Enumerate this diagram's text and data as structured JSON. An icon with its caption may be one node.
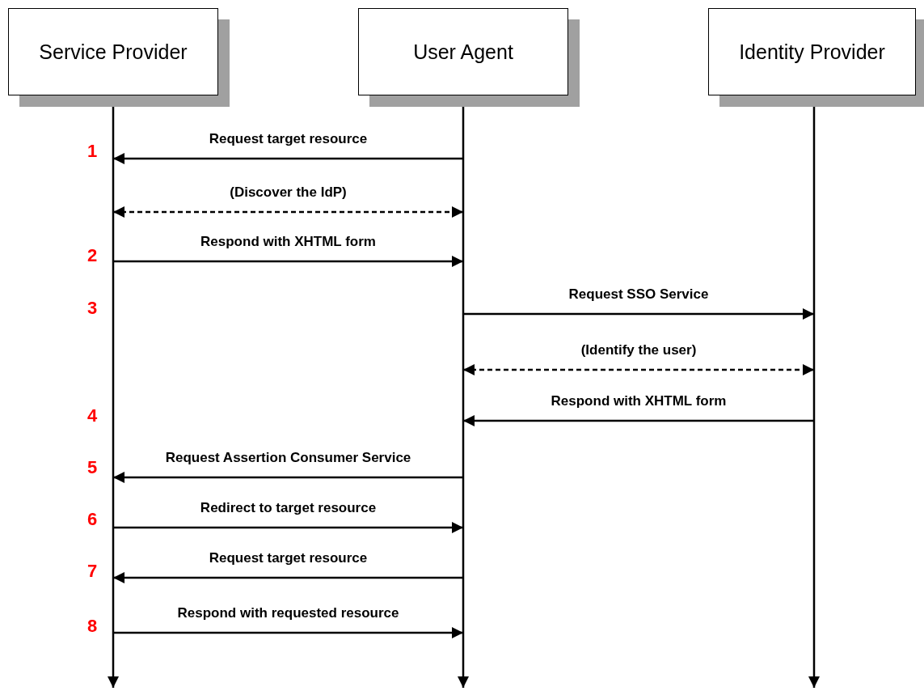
{
  "diagram": {
    "nodes": [
      {
        "text": [
          "Service Provider"
        ]
      },
      {
        "text": [
          "User Agent"
        ]
      },
      {
        "text": [
          "Identity Provider"
        ]
      }
    ],
    "edges": [
      {
        "from": 1,
        "to": 0,
        "arrow": "to",
        "label": "Request target resource"
      },
      {
        "from": 0,
        "to": 1,
        "arrow": "both",
        "label": "(Discover the IdP)",
        "style": "dashed"
      },
      {
        "from": 0,
        "to": 1,
        "arrow": "to",
        "label": "Respond with XHTML form"
      },
      {
        "from": 1,
        "to": 2,
        "arrow": "to",
        "label": "Request SSO Service"
      },
      {
        "from": 1,
        "to": 2,
        "arrow": "both",
        "label": "(Identify the user)",
        "style": "dashed"
      },
      {
        "from": 2,
        "to": 1,
        "arrow": "to",
        "label": "Respond with XHTML form"
      },
      {
        "from": 1,
        "to": 0,
        "arrow": "to",
        "label": "Request Assertion Consumer Service"
      },
      {
        "from": 0,
        "to": 1,
        "arrow": "to",
        "label": "Redirect to target resource"
      },
      {
        "from": 1,
        "to": 0,
        "arrow": "to",
        "label": "Request target resource"
      },
      {
        "from": 0,
        "to": 1,
        "arrow": "to",
        "label": "Respond with requested resource"
      }
    ],
    "labels": [
      "1",
      "2",
      "3",
      "4",
      "5",
      "6",
      "7",
      "8"
    ]
  }
}
